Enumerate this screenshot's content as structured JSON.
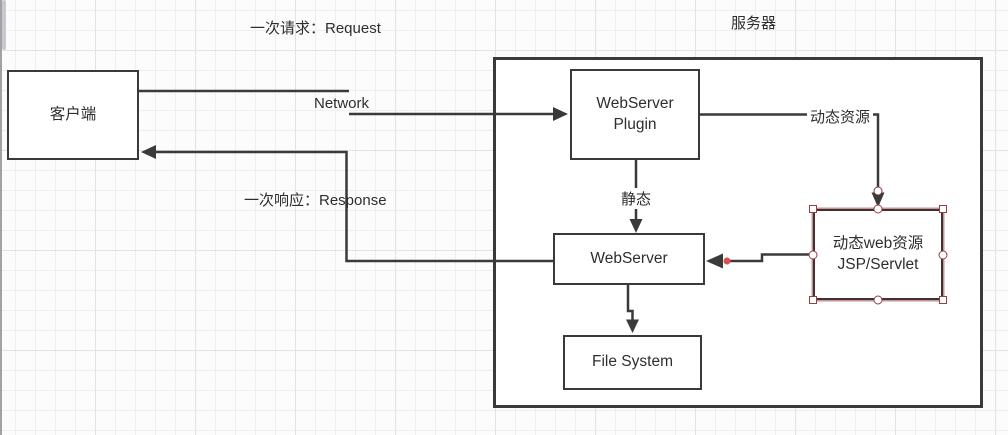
{
  "colors": {
    "line_color": "#3a3a3a",
    "text_color": "#2e2e2e",
    "sel_border": "#993d3d",
    "endpoint_dot": "#dd4f4f"
  },
  "labels": {
    "request": "一次请求：Request",
    "network": "Network",
    "response": "一次响应：Response",
    "server_group": "服务器",
    "static_flow": "静态",
    "dynamic_resource_flow": "动态资源"
  },
  "nodes": {
    "client": {
      "label": "客户端"
    },
    "webserver_plugin": {
      "line1": "WebServer",
      "line2": "Plugin"
    },
    "webserver": {
      "label": "WebServer"
    },
    "file_system": {
      "label": "File System"
    },
    "jsp_servlet": {
      "line1": "动态web资源",
      "line2": "JSP/Servlet"
    }
  }
}
